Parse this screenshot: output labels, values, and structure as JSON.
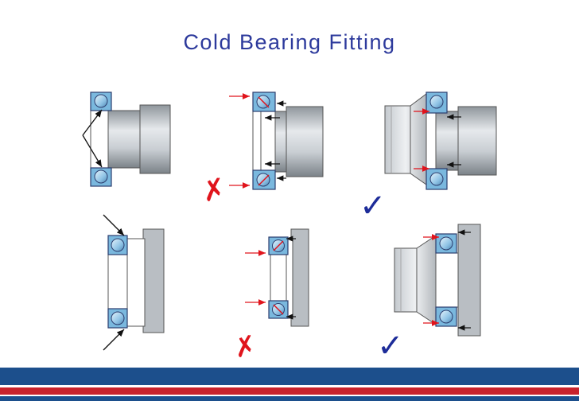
{
  "title": "Cold Bearing Fitting",
  "colors": {
    "title": "#2d3a9c",
    "ring": "#7ab8de",
    "ring_stroke": "#2c3e6e",
    "ball": "#a8d2ec",
    "shaft": "#c8cdd2",
    "housing": "#b9bec3",
    "wrong_mark": "#e0141c",
    "right_mark": "#1d2c99",
    "force_arrow": "#e0141c",
    "reaction_arrow": "#111111",
    "footer_blue": "#1c4f8c",
    "footer_red": "#c8232c"
  },
  "panels": [
    {
      "name": "shaft-pressure-on-outer-ring",
      "verdict": "neutral"
    },
    {
      "name": "shaft-force-through-balls",
      "verdict": "wrong"
    },
    {
      "name": "shaft-fitting-sleeve-inner-ring",
      "verdict": "correct"
    },
    {
      "name": "housing-pressure-on-inner-ring",
      "verdict": "neutral"
    },
    {
      "name": "housing-force-through-balls",
      "verdict": "wrong"
    },
    {
      "name": "housing-fitting-sleeve-outer-ring",
      "verdict": "correct"
    }
  ],
  "marks": {
    "wrong_glyph": "✗",
    "right_glyph": "✓"
  }
}
